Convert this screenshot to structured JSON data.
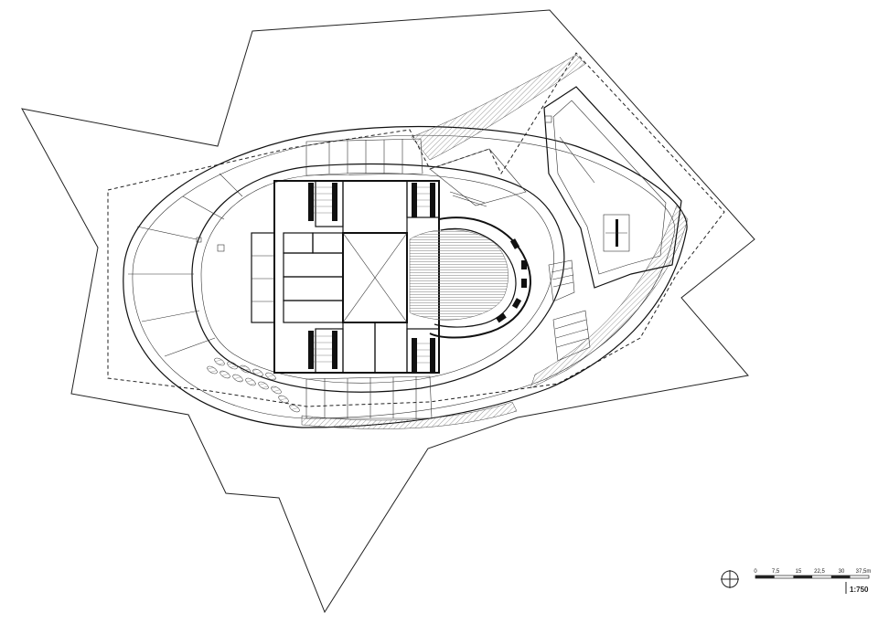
{
  "scale_bar": {
    "ticks": [
      "0",
      "7,5",
      "15",
      "22,5",
      "30",
      "37,5m"
    ],
    "ratio": "1:750"
  },
  "icons": {
    "north": "north-arrow-icon"
  }
}
